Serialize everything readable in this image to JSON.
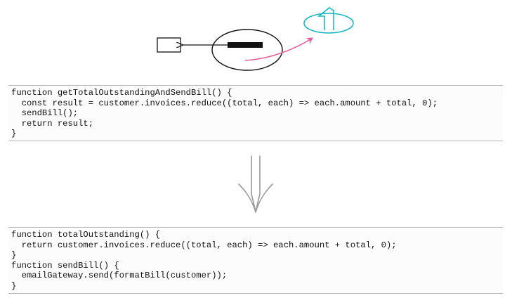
{
  "colors": {
    "background": "#ffffff",
    "code_text": "#111111",
    "code_border": "#b7b7b7",
    "pink_arrow": "#e0609a",
    "teal_shape": "#19b7c2",
    "gray_arrow": "#9a9a9a"
  },
  "illustration": {
    "icons": [
      "small-rectangle-icon",
      "large-ellipse-icon",
      "black-bar-icon",
      "teal-loop-arrow-icon",
      "pink-curved-arrow-icon",
      "black-left-arrow-icon"
    ]
  },
  "before_code": {
    "lines": [
      "function getTotalOutstandingAndSendBill() {",
      "  const result = customer.invoices.reduce((total, each) => each.amount + total, 0);",
      "  sendBill();",
      "  return result;",
      "}"
    ]
  },
  "transition": {
    "icon": "double-down-arrow-icon"
  },
  "after_code": {
    "lines": [
      "function totalOutstanding() {",
      "  return customer.invoices.reduce((total, each) => each.amount + total, 0);",
      "}",
      "function sendBill() {",
      "  emailGateway.send(formatBill(customer));",
      "}"
    ]
  }
}
